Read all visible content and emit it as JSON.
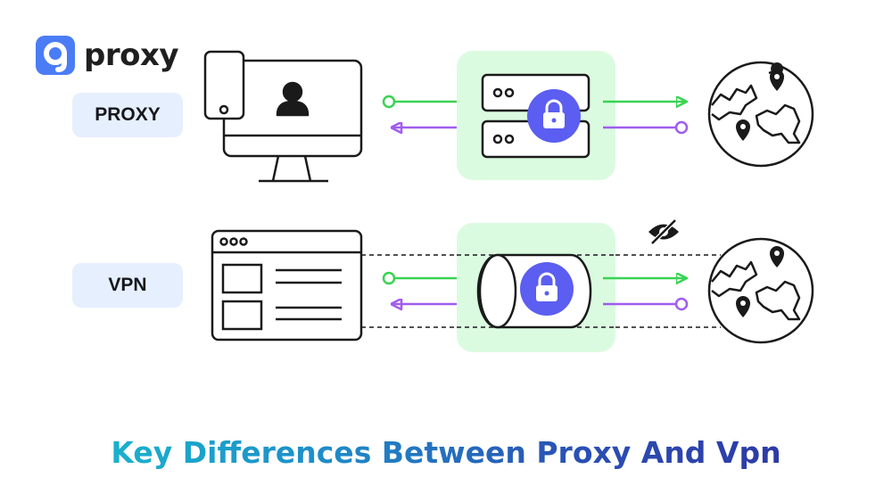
{
  "brand": {
    "name": "proxy",
    "accent": "#4a7df5"
  },
  "rows": {
    "proxy": {
      "label": "PROXY"
    },
    "vpn": {
      "label": "VPN"
    }
  },
  "title": "Key Differences Between Proxy And Vpn",
  "colors": {
    "outbound_arrow": "#39d353",
    "inbound_arrow": "#a05cf0",
    "server_box": "#dbfbe0",
    "lock_circle": "#5b5ef0",
    "outline": "#1a1a1a"
  },
  "icons": [
    "computer-user-icon",
    "server-lock-icon",
    "globe-pin-icon",
    "browser-window-icon",
    "tunnel-lock-icon",
    "eye-slash-icon"
  ]
}
